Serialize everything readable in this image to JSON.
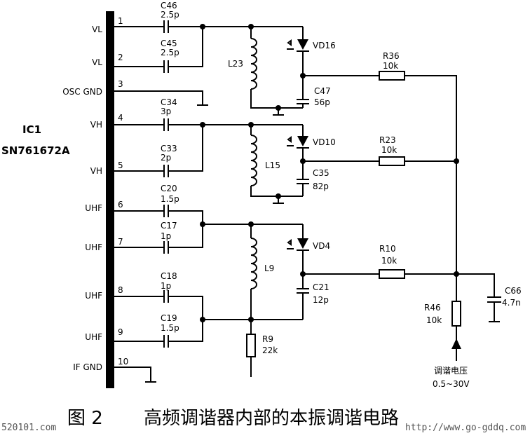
{
  "ic": {
    "name": "IC1",
    "part": "SN761672A"
  },
  "pins": [
    {
      "num": "1",
      "label": "VL"
    },
    {
      "num": "2",
      "label": "VL"
    },
    {
      "num": "3",
      "label": "OSC GND"
    },
    {
      "num": "4",
      "label": "VH"
    },
    {
      "num": "5",
      "label": "VH"
    },
    {
      "num": "6",
      "label": "UHF"
    },
    {
      "num": "7",
      "label": "UHF"
    },
    {
      "num": "8",
      "label": "UHF"
    },
    {
      "num": "9",
      "label": "UHF"
    },
    {
      "num": "10",
      "label": "IF GND"
    }
  ],
  "caps": [
    {
      "ref": "C46",
      "value": "2.5p"
    },
    {
      "ref": "C45",
      "value": "2.5p"
    },
    {
      "ref": "C34",
      "value": "3p"
    },
    {
      "ref": "C33",
      "value": "2p"
    },
    {
      "ref": "C20",
      "value": "1.5p"
    },
    {
      "ref": "C17",
      "value": "1p"
    },
    {
      "ref": "C18",
      "value": "1p"
    },
    {
      "ref": "C19",
      "value": "1.5p"
    },
    {
      "ref": "C47",
      "value": "56p"
    },
    {
      "ref": "C35",
      "value": "82p"
    },
    {
      "ref": "C21",
      "value": "12p"
    },
    {
      "ref": "C66",
      "value": "4.7n"
    }
  ],
  "inductors": [
    "L23",
    "L15",
    "L9"
  ],
  "diodes": [
    "VD16",
    "VD10",
    "VD4"
  ],
  "resistors": [
    {
      "ref": "R36",
      "value": "10k"
    },
    {
      "ref": "R23",
      "value": "10k"
    },
    {
      "ref": "R10",
      "value": "10k"
    },
    {
      "ref": "R46",
      "value": "10k"
    },
    {
      "ref": "R9",
      "value": "22k"
    }
  ],
  "tuning": {
    "label": "调谐电压",
    "range": "0.5~30V"
  },
  "caption": {
    "figure": "图 2",
    "title": "高频调谐器内部的本振调谐电路"
  },
  "watermarks": {
    "left": "520101.com",
    "right": "http://www.go-gddq.com"
  }
}
